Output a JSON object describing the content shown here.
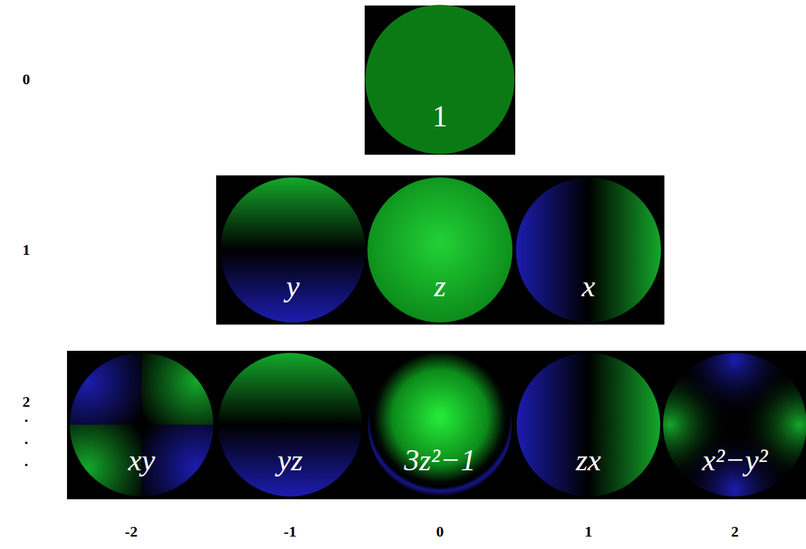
{
  "diagram": {
    "nodes": [
      {
        "text": [
          "1"
        ]
      },
      {
        "text": [
          "y"
        ]
      },
      {
        "text": [
          "z"
        ]
      },
      {
        "text": [
          "x"
        ]
      },
      {
        "text": [
          "xy"
        ]
      },
      {
        "text": [
          "yz"
        ]
      },
      {
        "text": [
          "3z²−1"
        ]
      },
      {
        "text": [
          "zx"
        ]
      },
      {
        "text": [
          "x²−y²"
        ]
      }
    ],
    "labels": [
      "0",
      "1",
      "2",
      ".",
      ".",
      ".",
      "-2",
      "-1",
      "0",
      "1",
      "2"
    ]
  }
}
